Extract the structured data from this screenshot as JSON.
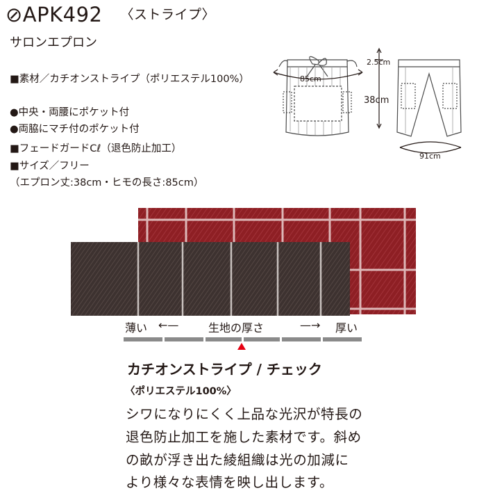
{
  "product": {
    "code": "⊘APK492",
    "variant": "〈ストライプ〉",
    "name": "サロンエプロン"
  },
  "specs": [
    "■素材／カチオンストライプ（ポリエステル100%）",
    "●中央・両腰にポケット付",
    "●両脇にマチ付のポケット付",
    "■フェードガードCℓ（退色防止加工）",
    "■サイズ／フリー",
    "（エプロン丈:38cm・ヒモの長さ:85cm）"
  ],
  "diagram": {
    "string_length": "85cm",
    "waistband": "2.5cm",
    "length": "38cm",
    "width": "91cm"
  },
  "thickness": {
    "thin": "薄い",
    "label": "生地の厚さ",
    "thick": "厚い",
    "level_index": 2,
    "segments": 6
  },
  "fabric": {
    "name": "カチオンストライプ / チェック",
    "material": "〈ポリエステル100%〉",
    "description_lines": [
      "シワになりにくく上品な光沢が特長の",
      "退色防止加工を施した素材です。斜め",
      "の畝が浮き出た綾組織は光の加減に",
      "より様々な表情を映し出します。"
    ]
  },
  "colors": {
    "red_swatch": "#8e1f24",
    "brown_swatch": "#3d3230",
    "indicator": "#e60012"
  }
}
